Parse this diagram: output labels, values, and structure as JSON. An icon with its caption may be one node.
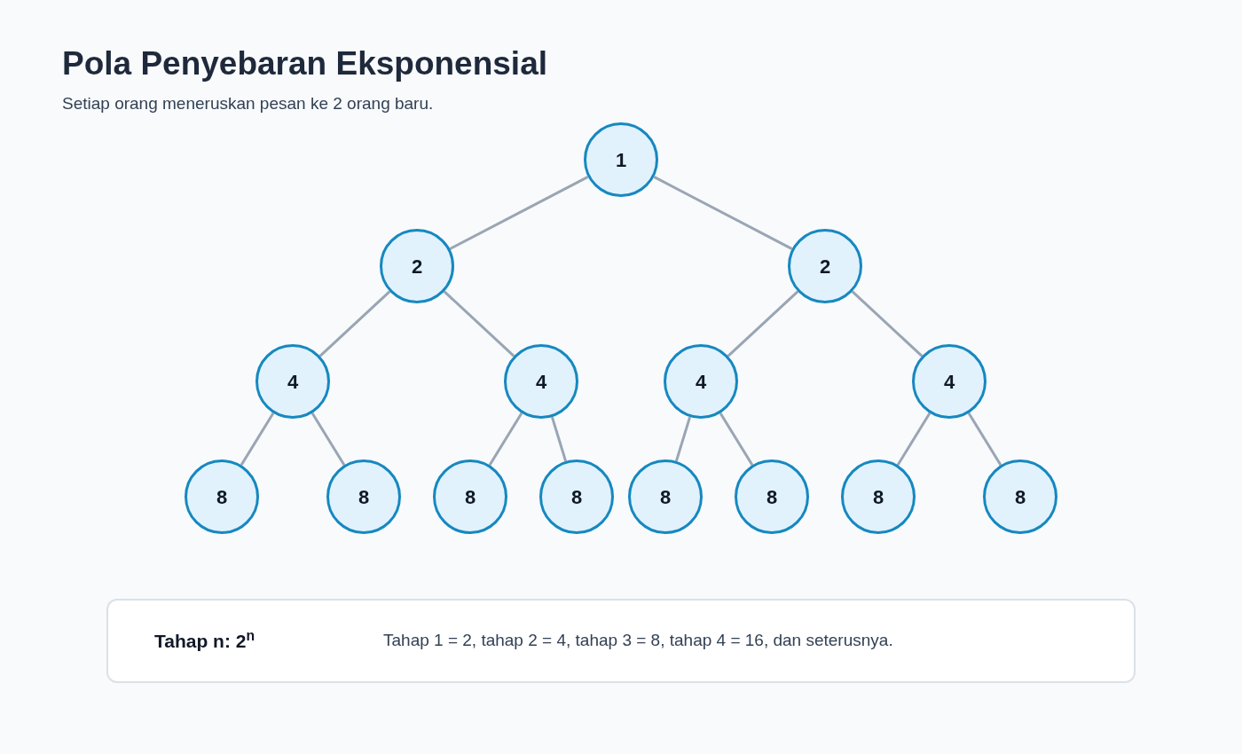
{
  "diagram": {
    "title": "Pola Penyebaran Eksponensial",
    "nodes": [
      {
        "text": [
          "1"
        ]
      },
      {
        "text": [
          "2"
        ]
      },
      {
        "text": [
          "2"
        ]
      },
      {
        "text": [
          "4"
        ]
      },
      {
        "text": [
          "4"
        ]
      },
      {
        "text": [
          "4"
        ]
      },
      {
        "text": [
          "4"
        ]
      },
      {
        "text": [
          "8"
        ]
      },
      {
        "text": [
          "8"
        ]
      },
      {
        "text": [
          "8"
        ]
      },
      {
        "text": [
          "8"
        ]
      },
      {
        "text": [
          "8"
        ]
      },
      {
        "text": [
          "8"
        ]
      },
      {
        "text": [
          "8"
        ]
      },
      {
        "text": [
          "8"
        ]
      },
      {
        "text": [
          "Tahap n: 2$^{n}$",
          "Tahap 1 = 2, tahap 2 = 4, tahap 3 = 8, tahap 4 = 16, dan seterusnya."
        ]
      }
    ],
    "edges": [
      {
        "from": 0,
        "to": 1,
        "arrow": "none"
      },
      {
        "from": 0,
        "to": 2,
        "arrow": "none"
      },
      {
        "from": 1,
        "to": 3,
        "arrow": "none"
      },
      {
        "from": 1,
        "to": 4,
        "arrow": "none"
      },
      {
        "from": 2,
        "to": 5,
        "arrow": "none"
      },
      {
        "from": 2,
        "to": 6,
        "arrow": "none"
      },
      {
        "from": 3,
        "to": 7,
        "arrow": "none"
      },
      {
        "from": 3,
        "to": 8,
        "arrow": "none"
      },
      {
        "from": 4,
        "to": 9,
        "arrow": "none"
      },
      {
        "from": 4,
        "to": 10,
        "arrow": "none"
      },
      {
        "from": 5,
        "to": 11,
        "arrow": "none"
      },
      {
        "from": 5,
        "to": 12,
        "arrow": "none"
      },
      {
        "from": 6,
        "to": 13,
        "arrow": "none"
      },
      {
        "from": 6,
        "to": 14,
        "arrow": "none"
      }
    ],
    "labels": [
      "Setiap orang meneruskan pesan ke 2 orang baru."
    ]
  }
}
